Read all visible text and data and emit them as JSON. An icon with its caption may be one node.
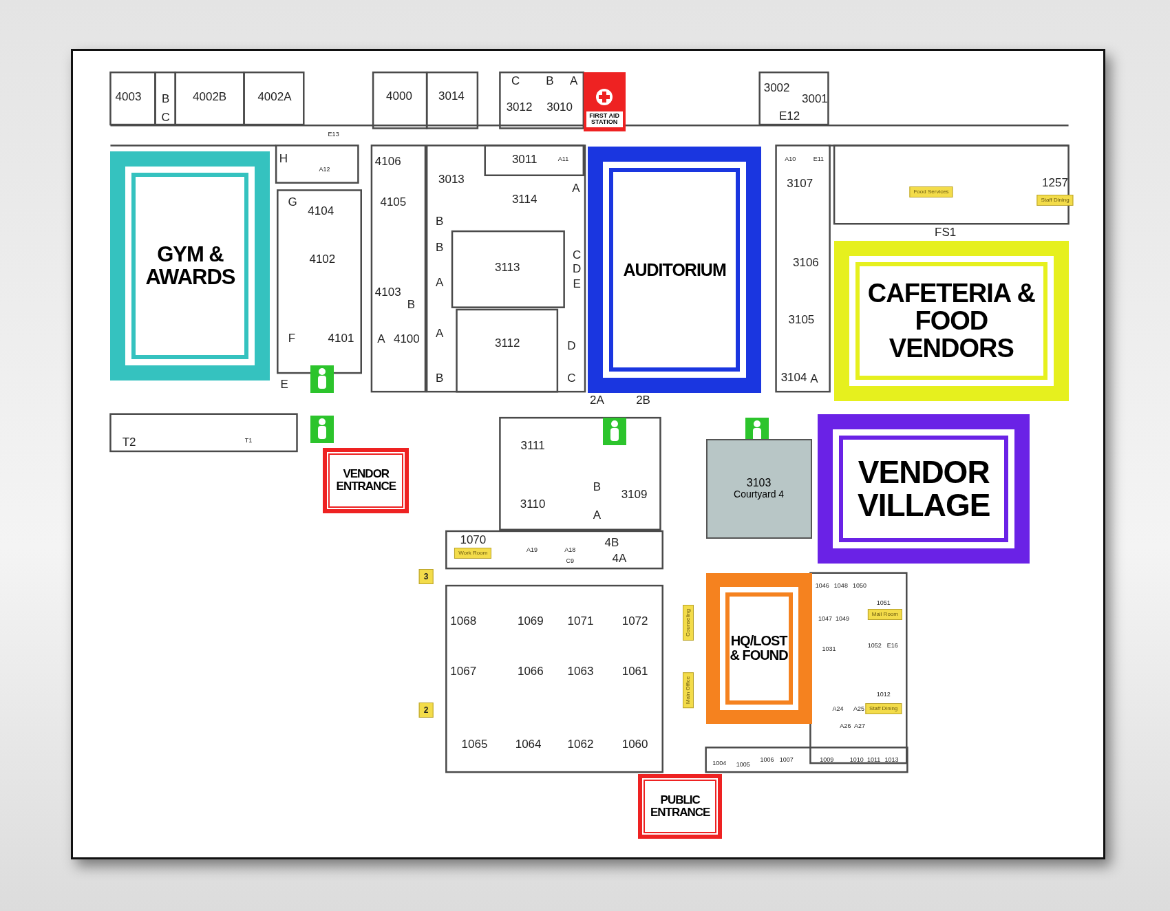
{
  "diagram": {
    "nodes": [
      {
        "text": [
          "FIRST AID STATION"
        ]
      },
      {
        "text": [
          "GYM & AWARDS"
        ]
      },
      {
        "text": [
          "AUDITORIUM"
        ]
      },
      {
        "text": [
          "CAFETERIA & FOOD VENDORS"
        ]
      },
      {
        "text": [
          "VENDOR ENTRANCE"
        ]
      },
      {
        "text": [
          "3103",
          "Courtyard 4"
        ]
      },
      {
        "text": [
          "VENDOR VILLAGE"
        ]
      },
      {
        "text": [
          "HQ/LOST & FOUND"
        ]
      },
      {
        "text": [
          "PUBLIC ENTRANCE"
        ]
      }
    ],
    "labels": [
      "4003",
      "B",
      "C",
      "4002B",
      "4002A",
      "4000",
      "3014",
      "C",
      "B",
      "A",
      "3012",
      "3010",
      "3002",
      "3001",
      "E12",
      "E13",
      "H",
      "A12",
      "4106",
      "3011",
      "A11",
      "A10",
      "E11",
      "1257",
      "Food Services",
      "Staff Dining",
      "3013",
      "G",
      "4105",
      "3114",
      "A",
      "3107",
      "4104",
      "FS1",
      "B",
      "B",
      "4102",
      "3113",
      "C",
      "D",
      "E",
      "3106",
      "A",
      "4103",
      "B",
      "3105",
      "F",
      "4101",
      "A",
      "4100",
      "A",
      "3112",
      "D",
      "E",
      "B",
      "C",
      "3104",
      "A",
      "2A",
      "2B",
      "T2",
      "T1",
      "3111",
      "B",
      "3109",
      "3110",
      "A",
      "1070",
      "Work Room",
      "A19",
      "A18",
      "4B",
      "C9",
      "4A",
      "3",
      "1046",
      "1048",
      "1050",
      "1051",
      "Mail Room",
      "1047",
      "1049",
      "Counseling",
      "1068",
      "1069",
      "1071",
      "1072",
      "1031",
      "1052",
      "E16",
      "1067",
      "1066",
      "1063",
      "1061",
      "Main Office",
      "1012",
      "2",
      "A24",
      "A25",
      "Staff Dining",
      "A26",
      "A27",
      "1065",
      "1064",
      "1062",
      "1060",
      "1004",
      "1005",
      "1006",
      "1007",
      "1009",
      "1010",
      "1011",
      "1013"
    ]
  }
}
